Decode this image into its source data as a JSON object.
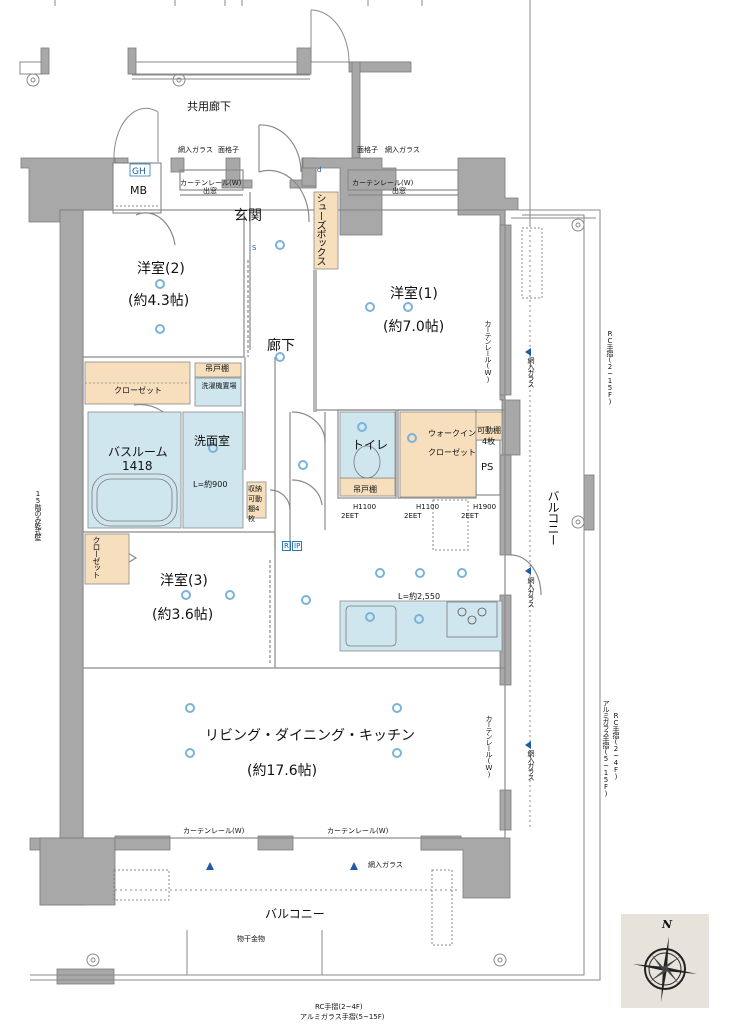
{
  "plan": {
    "colors": {
      "wall": "#a8a8a8",
      "wall_stroke": "#7a7a7a",
      "wet_area": "#cfe6ef",
      "storage": "#f7dfbe",
      "line": "#8a8a8a",
      "symbol_blue": "#1f5aa6",
      "compass_bg": "#e8e3da"
    },
    "corridor_label": "共用廊下",
    "rooms": {
      "mb": "MB",
      "gh": "GH",
      "entrance": "玄関",
      "shoe_box": "シューズボックス",
      "hall": "廊下",
      "western2": {
        "name": "洋室(2)",
        "size": "(約4.3帖)"
      },
      "western1": {
        "name": "洋室(1)",
        "size": "(約7.0帖)"
      },
      "western3": {
        "name": "洋室(3)",
        "size": "(約3.6帖)"
      },
      "closet_w2": "クローゼット",
      "closet_w3": "クローゼット",
      "hanging_cabinet_laundry": "吊戸棚",
      "laundry_space": "洗濯機置場",
      "bathroom": {
        "name": "バスルーム",
        "size": "1418"
      },
      "washroom": {
        "name": "洗面室",
        "vanity": "L=約900"
      },
      "storage_shelves": "収納可動棚4枚",
      "toilet": "トイレ",
      "toilet_cabinet": "吊戸棚",
      "walk_in_closet": {
        "name": "ウォークイン",
        "name2": "クローゼット"
      },
      "movable_shelves": {
        "line1": "可動棚",
        "line2": "4枚"
      },
      "ps": "PS",
      "kitchen_counter": "L=約2,550",
      "ldk": {
        "name": "リビング・ダイニング・キッチン",
        "size": "(約17.6帖)"
      },
      "balcony_east": "バルコニー",
      "balcony_south": "バルコニー"
    },
    "annotations": {
      "wired_glass": "網入ガラス",
      "face_lattice": "面格子",
      "curtain_rail": "カーテンレール(W)",
      "bay_window": "出窓",
      "rc_rail_east_upper": "RC手摺(2~15F)",
      "rc_rail_east_lower_1": "RC手摺(2~4F)",
      "rc_rail_east_lower_2": "アルミガラス手摺(5~15F)",
      "rc_rail_south_1": "RC手摺(2~4F)",
      "rc_rail_south_2": "アルミガラス手摺(5~15F)",
      "drying_hardware": "物干金物",
      "wall_15f": "15階のみ乾式壁",
      "heights": [
        "H1100",
        "H1100",
        "H1900"
      ],
      "outlet_code": "2EET",
      "intercom": "R",
      "ip": "IP",
      "sensor": "S",
      "door_d": "d"
    },
    "compass": {
      "north_label": "N"
    }
  }
}
